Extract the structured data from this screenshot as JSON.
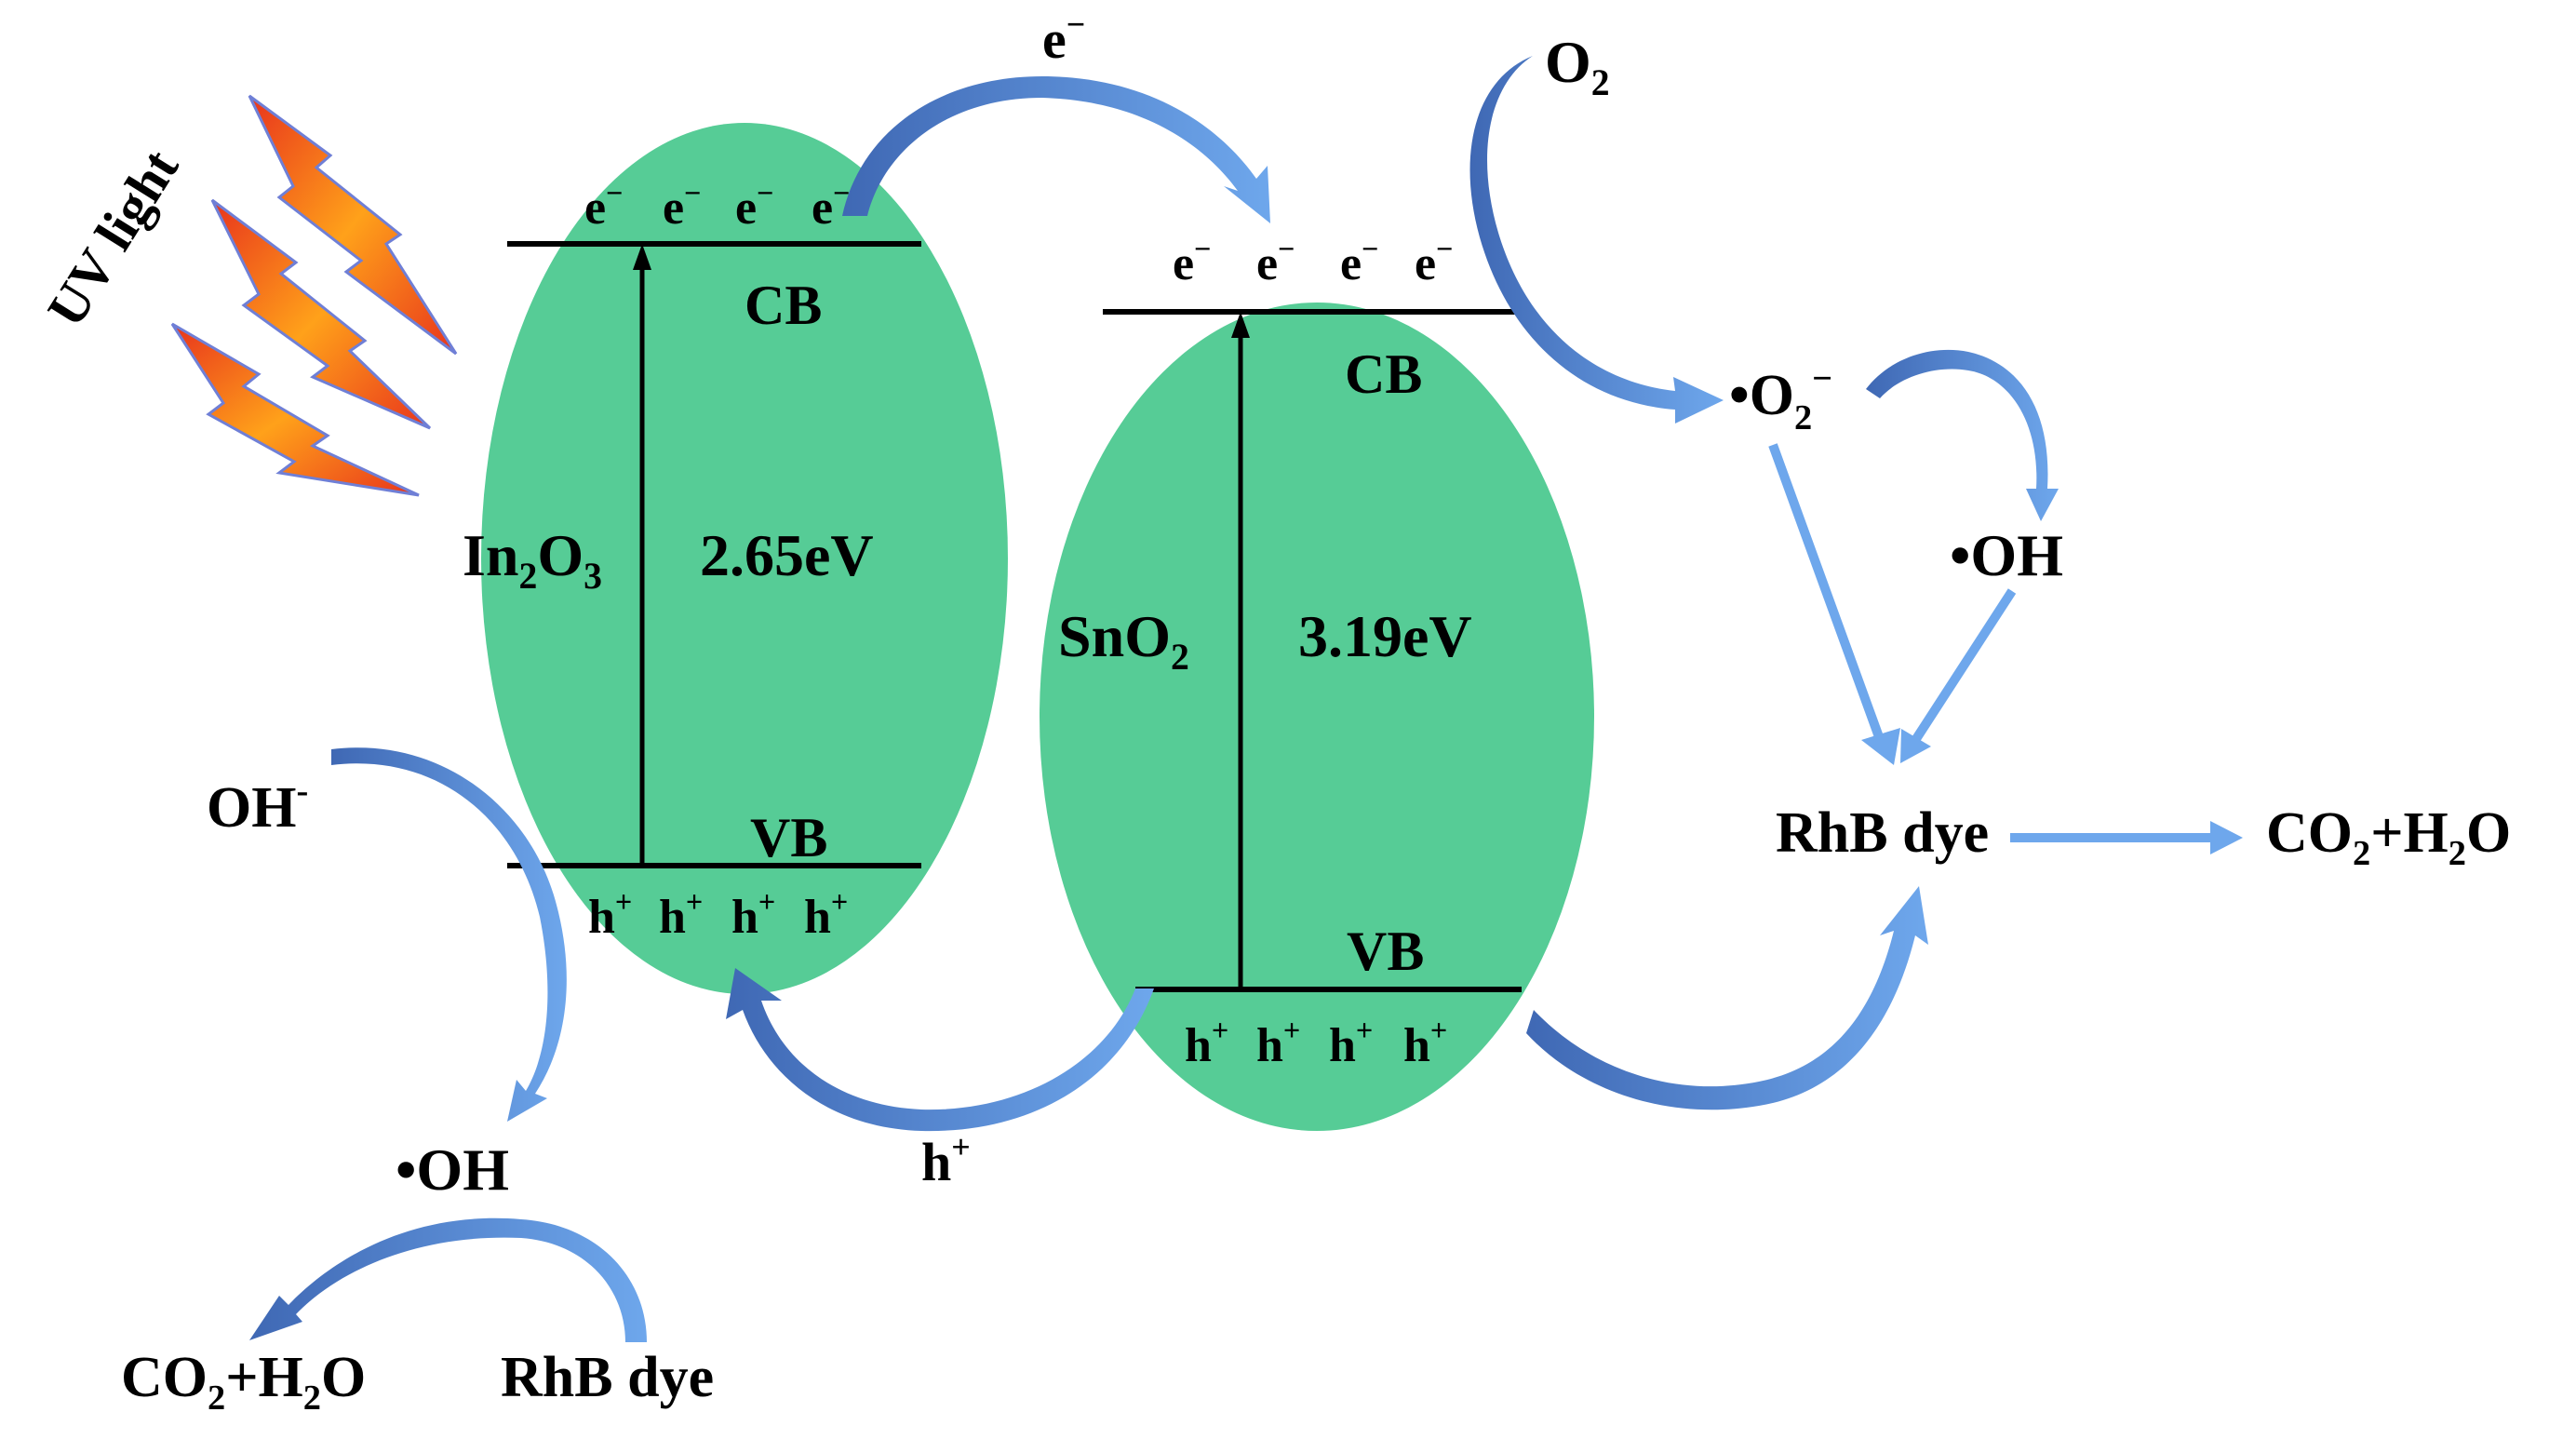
{
  "colors": {
    "band_fill": "#56cc96",
    "arrow_light": "#6ea7ec",
    "arrow_dark": "#3f68b4",
    "bolt_outer": "#e8341c",
    "bolt_inner": "#ffa11a",
    "bolt_edge": "#6f7fd6",
    "ink": "#000000"
  },
  "light": {
    "label": "UV light"
  },
  "in2o3": {
    "name": "In",
    "name_sub": "2",
    "name_mid": "O",
    "name_sub2": "3",
    "gap": "2.65eV",
    "cb": "CB",
    "vb": "VB",
    "electrons": [
      "e",
      "e",
      "e",
      "e"
    ],
    "e_sup": "−",
    "holes": [
      "h",
      "h",
      "h",
      "h"
    ],
    "h_sup": "+"
  },
  "sno2": {
    "name": "SnO",
    "name_sub": "2",
    "gap": "3.19eV",
    "cb": "CB",
    "vb": "VB",
    "electrons": [
      "e",
      "e",
      "e",
      "e"
    ],
    "e_sup": "−",
    "holes": [
      "h",
      "h",
      "h",
      "h"
    ],
    "h_sup": "+"
  },
  "transfer": {
    "electron": "e",
    "electron_sup": "−",
    "hole": "h",
    "hole_sup": "+"
  },
  "oxygen": {
    "o2": "O",
    "o2_sub": "2",
    "superoxide": "•O",
    "superoxide_sub": "2",
    "superoxide_sup": "−"
  },
  "radicals": {
    "oh_right": "•OH",
    "oh_left": "•OH",
    "hydroxide": "OH",
    "hydroxide_sup": "-"
  },
  "products": {
    "rhb_right": "RhB dye",
    "rhb_left": "RhB dye",
    "co2_right": "CO",
    "co2_right_sub": "2",
    "co2_right_mid": "+H",
    "co2_right_sub2": "2",
    "co2_right_end": "O",
    "co2_left": "CO",
    "co2_left_sub": "2",
    "co2_left_mid": "+H",
    "co2_left_sub2": "2",
    "co2_left_end": "O"
  }
}
